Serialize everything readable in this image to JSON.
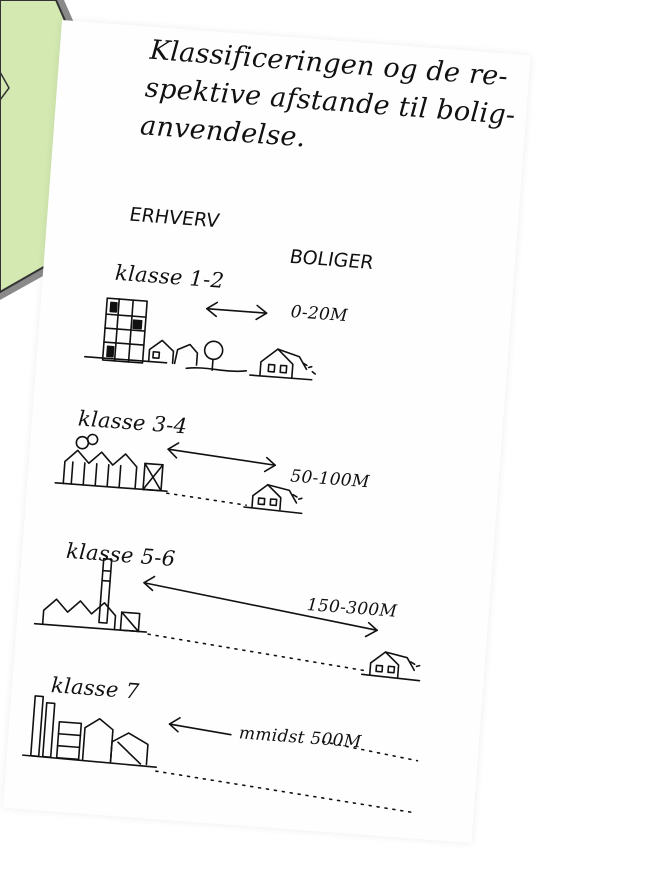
{
  "intro_lines": [
    "Klassificeringen og de re-",
    "spektive afstande til bolig-",
    "anvendelse."
  ],
  "columns": {
    "left": "ERHVERV",
    "right": "BOLIGER"
  },
  "classes": [
    {
      "label": "klasse 1-2",
      "distance": "0-20M"
    },
    {
      "label": "klasse 3-4",
      "distance": "50-100M"
    },
    {
      "label": "klasse 5-6",
      "distance": "150-300M"
    },
    {
      "label": "klasse 7",
      "distance": "mmidst 500M"
    }
  ],
  "colors": {
    "card_fill": "#d3e9b1",
    "card_border": "#333333",
    "card_shadow": "#8a8a8a",
    "ink": "#111111"
  }
}
